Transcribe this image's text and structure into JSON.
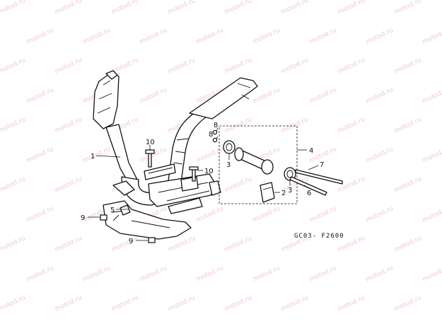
{
  "watermark": "motod.ru",
  "diagram_code": "GC03- F2600",
  "callouts": {
    "frame": "1",
    "bracket": "2",
    "bushing_upper": "3",
    "bushing_lower": "3",
    "pivot_assembly": "4",
    "under_cover": "5",
    "bolt_long": "6",
    "bolt_short": "7",
    "nut_upper": "8",
    "nut_lower": "8",
    "screw_left": "9",
    "screw_bottom": "9",
    "bolt_top": "10",
    "bolt_mid": "10"
  }
}
